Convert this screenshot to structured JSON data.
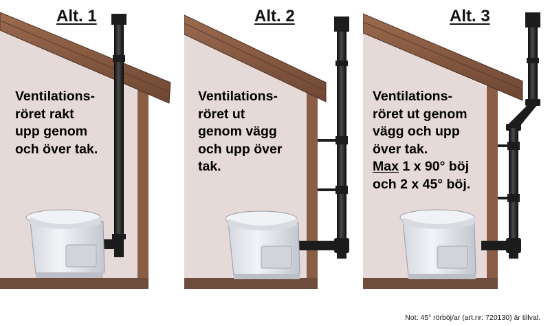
{
  "panels": [
    {
      "title": "Alt. 1",
      "lines": [
        "Ventilations-",
        "röret rakt",
        "upp genom",
        "och över tak."
      ]
    },
    {
      "title": "Alt. 2",
      "lines": [
        "Ventilations-",
        "röret ut",
        "genom vägg",
        "och upp över",
        "tak."
      ]
    },
    {
      "title": "Alt. 3",
      "lines": [
        "Ventilations-",
        "röret ut genom",
        "vägg och upp",
        "över tak."
      ],
      "max_word": "Max",
      "max_rest": " 1 x 90° böj",
      "last_line": "och 2 x 45° böj."
    }
  ],
  "note": "Not: 45° rörböj/ar (art.nr: 720130) är tillval.",
  "colors": {
    "wall_fill": "#e5dad7",
    "wood": "#8b5d44",
    "wood_dark": "#5a3a2a",
    "floor": "#6e4d3c",
    "pipe": "#1c1c1c",
    "toilet_body": "#ecedf2",
    "toilet_shade": "#c9cbd4"
  }
}
